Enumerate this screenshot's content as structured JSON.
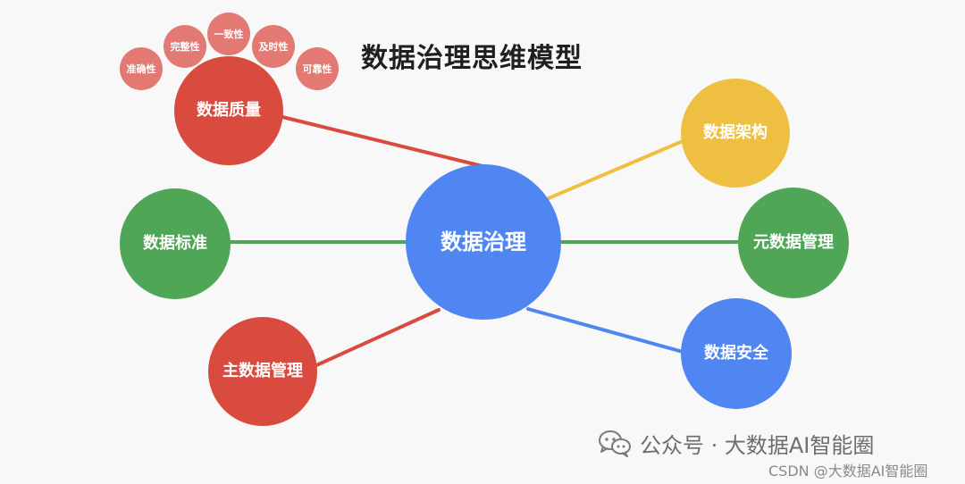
{
  "title": "数据治理思维模型",
  "center": "数据治理",
  "nodes": {
    "quality": "数据质量",
    "standard": "数据标准",
    "master": "主数据管理",
    "architecture": "数据架构",
    "metadata": "元数据管理",
    "security": "数据安全"
  },
  "quality_traits": [
    "准确性",
    "完整性",
    "一致性",
    "及时性",
    "可靠性"
  ],
  "colors": {
    "red": "#d94b3e",
    "green": "#4fa657",
    "blue": "#4f86f2",
    "yellow": "#efbf42",
    "pink": "#e27a73"
  },
  "watermark": {
    "wechat": "公众号 · 大数据AI智能圈",
    "csdn": "CSDN @大数据AI智能圈"
  },
  "icons": {
    "wechat": "wechat-icon"
  }
}
